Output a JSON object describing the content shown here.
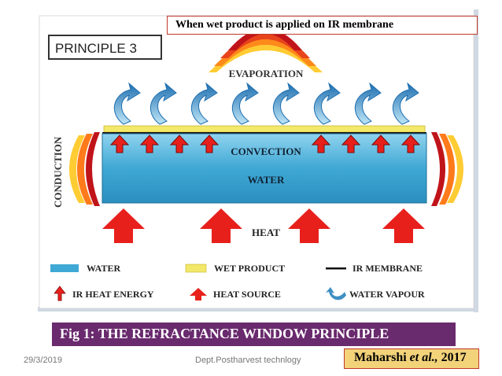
{
  "slide": {
    "callout": "When wet product is applied on IR membrane",
    "principle_label": "PRINCIPLE 3",
    "fig_caption": "Fig 1: THE REFRACTANCE WINDOW PRINCIPLE",
    "citation_author": "Maharshi ",
    "citation_etal": "et al.,",
    "citation_year": " 2017",
    "footer_date": "29/3/2019",
    "footer_dept": "Dept.Postharvest technlogy"
  },
  "diagram": {
    "labels": {
      "evaporation": "EVAPORATION",
      "convection": "CONVECTION",
      "water": "WATER",
      "heat": "HEAT",
      "conduction": "CONDUCTION"
    },
    "legend": {
      "water": "WATER",
      "wet_product": "WET PRODUCT",
      "ir_membrane": "IR MEMBRANE",
      "ir_heat_energy": "IR HEAT ENERGY",
      "heat_source": "HEAT SOURCE",
      "water_vapour": "WATER VAPOUR"
    },
    "colors": {
      "water": "#3fa8d4",
      "wet_product": "#f2e86a",
      "heat_arrow": "#e8201c",
      "vapour_arrow": "#3f8fc4",
      "caption_bg": "#6a2a6e"
    },
    "icons": [
      "heat-arrow-icon",
      "ir-arrow-icon",
      "vapour-arrow-icon",
      "heat-wave-icon"
    ]
  }
}
